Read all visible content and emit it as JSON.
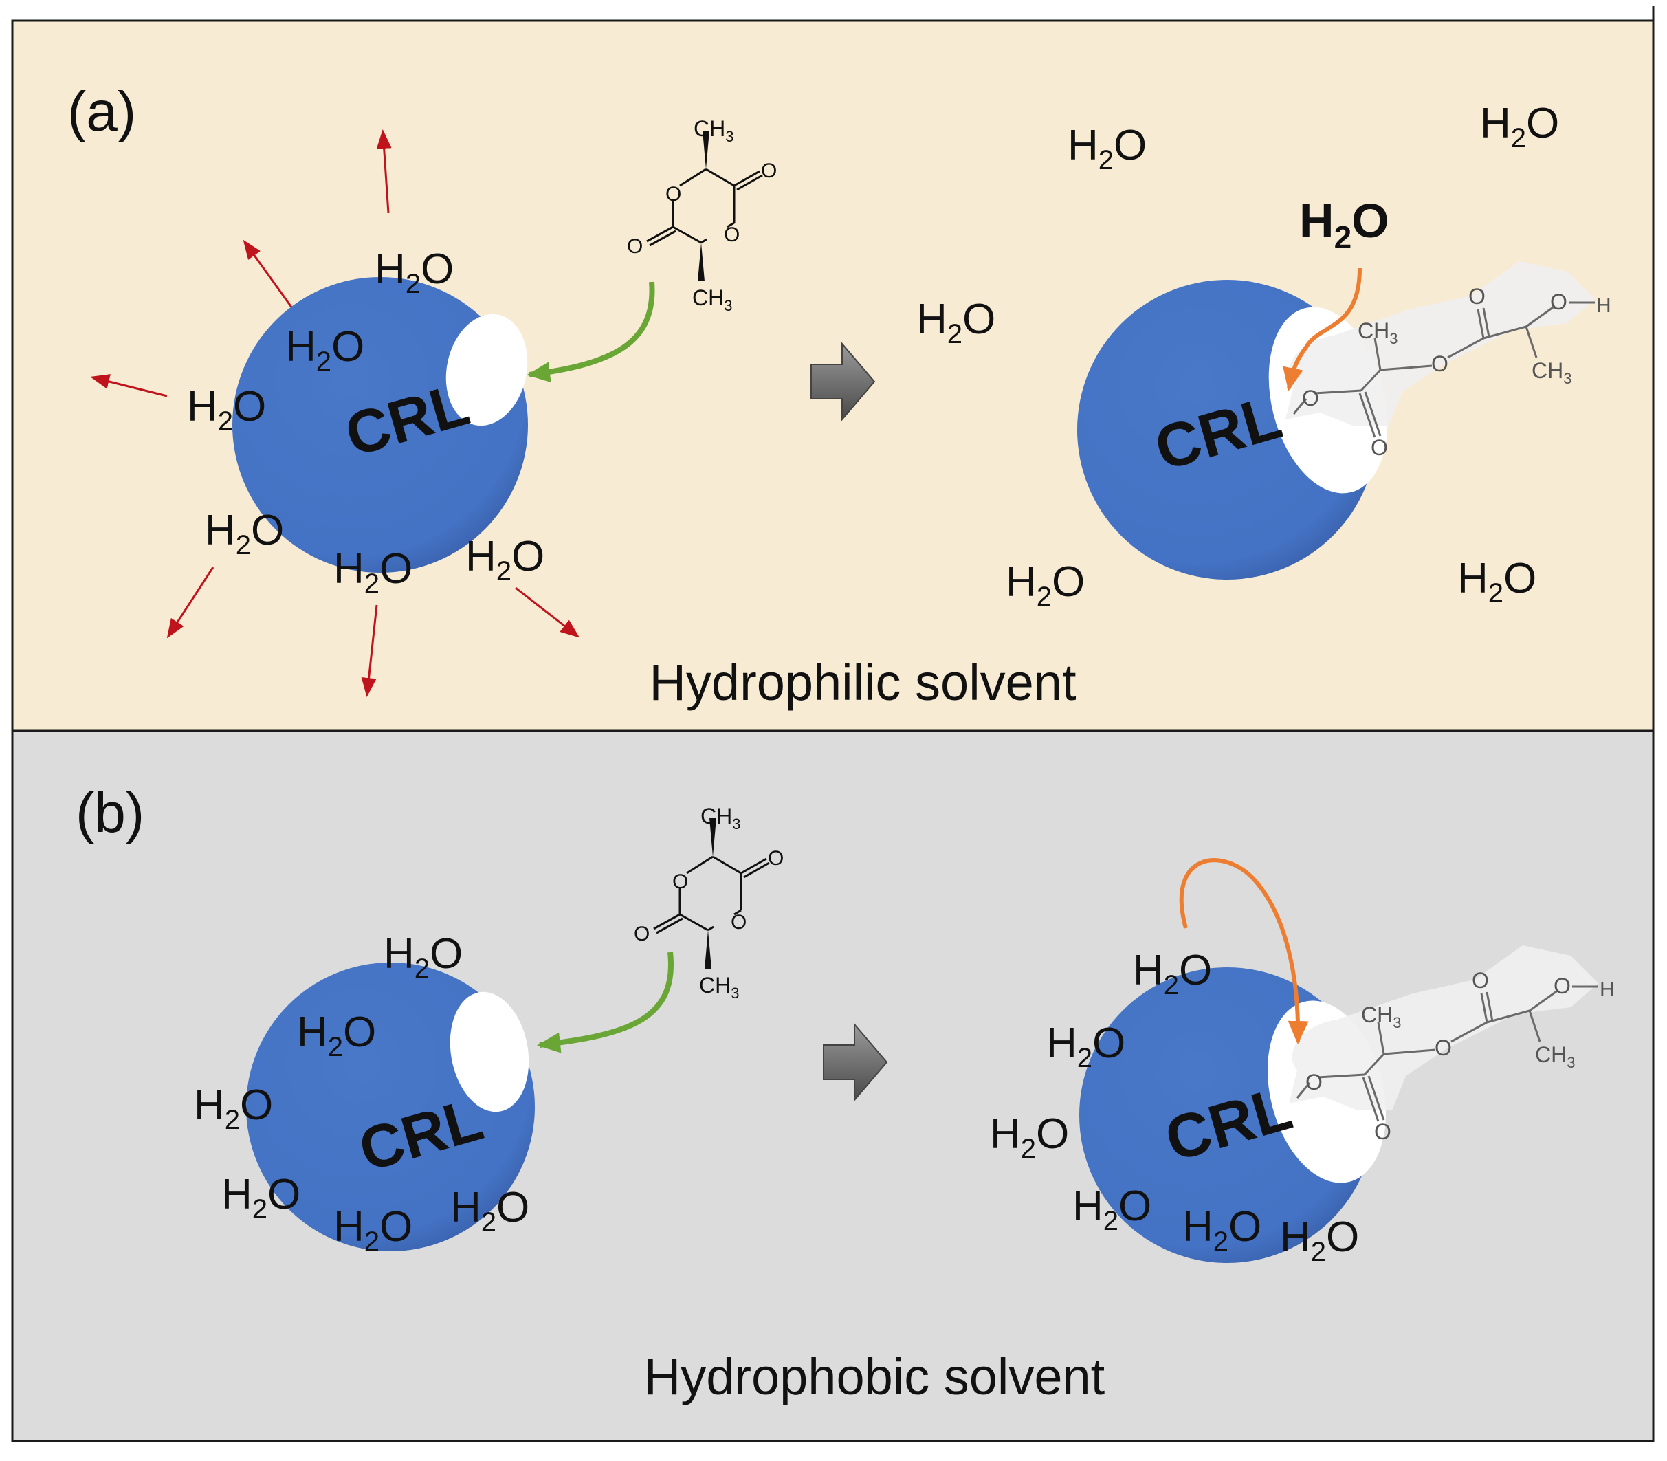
{
  "panel_a": {
    "label": "(a)",
    "caption": "Hydrophilic solvent",
    "enzyme_label": "CRL",
    "water_main": "H",
    "water_sub": "2",
    "water_tail": "O"
  },
  "panel_b": {
    "label": "(b)",
    "caption": "Hydrophobic solvent",
    "enzyme_label": "CRL",
    "water_main": "H",
    "water_sub": "2",
    "water_tail": "O"
  },
  "lactide": {
    "methyl_main": "CH",
    "methyl_sub": "3",
    "oxygen": "O"
  },
  "product": {
    "methyl_main": "CH",
    "methyl_sub": "3",
    "oxygen": "O",
    "hydroxyl_o": "O",
    "hydroxyl_h": "H"
  },
  "colors": {
    "panel_a_background": "#f8ebd3",
    "panel_b_background": "#dcdcdc",
    "enzyme": "#4472c4",
    "active_site": "#ffffff",
    "green_arrow": "#6aa636",
    "orange_arrow": "#ed7d31",
    "red_arrow": "#c0141c",
    "process_arrow": "#666666"
  },
  "icons": {
    "process_arrow": "right-arrow-icon"
  }
}
